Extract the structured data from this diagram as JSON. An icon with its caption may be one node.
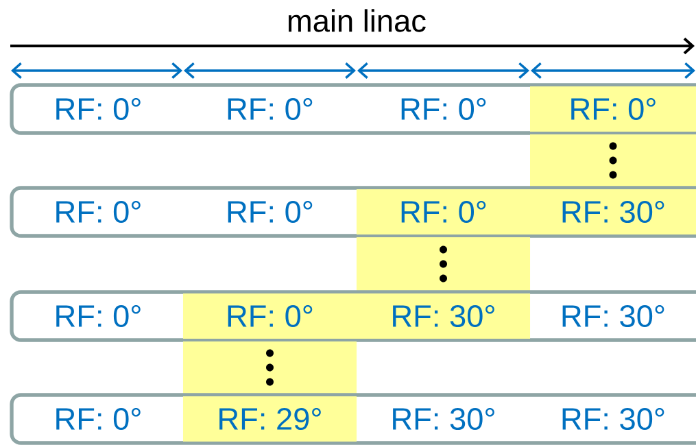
{
  "diagram": {
    "nodes": [
      {
        "text": [],
        "shape": "box"
      },
      {
        "text": [
          "RF: 0°"
        ],
        "in": 0
      },
      {
        "text": [
          "RF: 0°"
        ],
        "in": 0
      },
      {
        "text": [
          "RF: 0°"
        ],
        "in": 0
      },
      {
        "text": [
          "RF: 0°"
        ],
        "in": 0
      },
      {
        "text": [],
        "shape": "bar"
      },
      {
        "text": [],
        "shape": "box"
      },
      {
        "text": [
          "RF: 0°"
        ],
        "in": 6
      },
      {
        "text": [
          "RF: 0°"
        ],
        "in": 6
      },
      {
        "text": [
          "RF: 0°"
        ],
        "in": 6
      },
      {
        "text": [
          "RF: 30°"
        ],
        "in": 6
      },
      {
        "text": [],
        "shape": "bar"
      },
      {
        "text": [],
        "shape": "box"
      },
      {
        "text": [
          "RF: 0°"
        ],
        "in": 12
      },
      {
        "text": [
          "RF: 0°"
        ],
        "in": 12
      },
      {
        "text": [
          "RF: 30°"
        ],
        "in": 12
      },
      {
        "text": [
          "RF: 30°"
        ],
        "in": 12
      },
      {
        "text": [],
        "shape": "bar"
      },
      {
        "text": [],
        "shape": "box"
      },
      {
        "text": [
          "RF: 0°"
        ],
        "in": 18
      },
      {
        "text": [
          "RF: 29°"
        ],
        "in": 18
      },
      {
        "text": [
          "RF: 30°"
        ],
        "in": 18
      },
      {
        "text": [
          "RF: 30°"
        ],
        "in": 18
      }
    ],
    "labels": [
      "main linac"
    ]
  }
}
